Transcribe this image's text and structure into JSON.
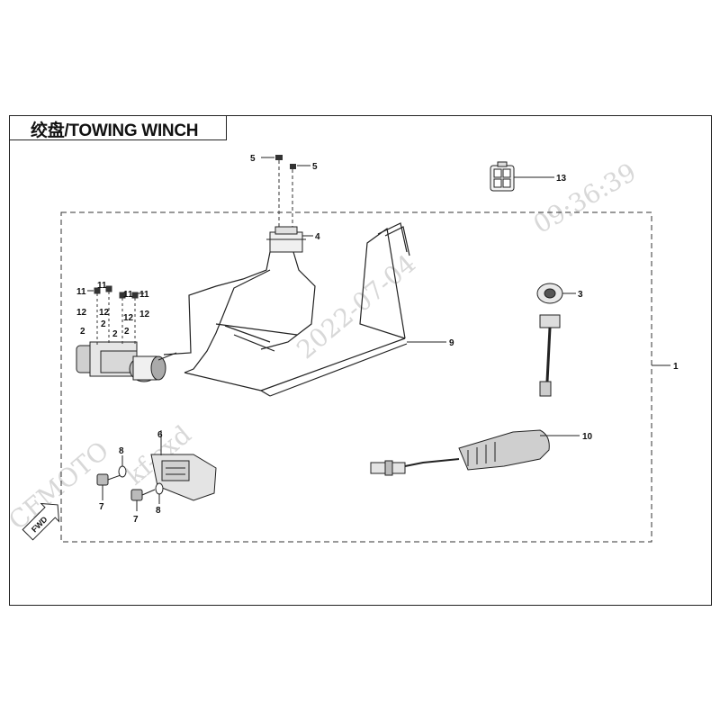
{
  "title": "绞盘/TOWING WINCH",
  "watermark": {
    "brand": "CFMOTO",
    "user": "kf-sxd",
    "date": "2022-07-04",
    "time": "09:36:39"
  },
  "fwd_label": "FWD",
  "callouts": {
    "c1": "1",
    "c2a": "2",
    "c2b": "2",
    "c2c": "2",
    "c2d": "2",
    "c3": "3",
    "c4": "4",
    "c5a": "5",
    "c5b": "5",
    "c6": "6",
    "c7a": "7",
    "c7b": "7",
    "c8a": "8",
    "c8b": "8",
    "c9": "9",
    "c10": "10",
    "c11a": "11",
    "c11b": "11",
    "c11c": "11",
    "c11d": "11",
    "c12a": "12",
    "c12b": "12",
    "c12c": "12",
    "c12d": "12",
    "c13": "13"
  },
  "colors": {
    "line": "#222222",
    "dash": "#333333",
    "watermark": "#d8d8d8"
  }
}
